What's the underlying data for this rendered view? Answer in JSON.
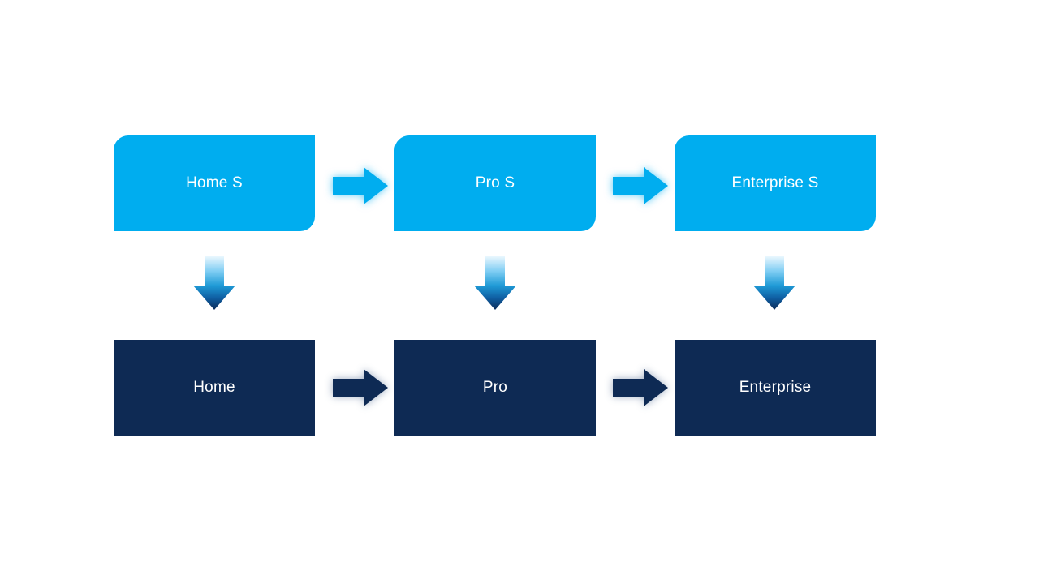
{
  "diagram": {
    "type": "process-flow",
    "background_color": "#ffffff",
    "palette": {
      "top_box_fill": "#00adef",
      "bottom_box_fill": "#0e2a54",
      "label_text_color": "#ffffff",
      "horizontal_arrow_top_row": "#00adef",
      "horizontal_arrow_bottom_row": "#0e2a54",
      "down_arrow_gradient": [
        "#eaf7fe",
        "#7fcdf3",
        "#1e9ad6",
        "#0f5ea2",
        "#0c2b58"
      ]
    },
    "columns": [
      {
        "top_label": "Home S",
        "bottom_label": "Home"
      },
      {
        "top_label": "Pro S",
        "bottom_label": "Pro"
      },
      {
        "top_label": "Enterprise S",
        "bottom_label": "Enterprise"
      }
    ],
    "connectors": {
      "horizontal_icon": "right-arrow-icon",
      "vertical_icon": "down-arrow-icon"
    }
  }
}
